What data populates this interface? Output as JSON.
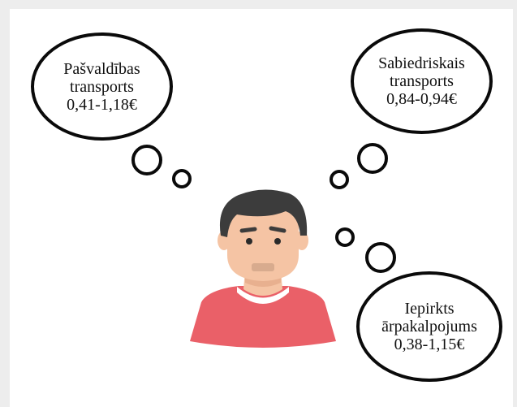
{
  "bubbles": [
    {
      "lines": [
        "Pašvaldības",
        "transports",
        "0,41-1,18€"
      ]
    },
    {
      "lines": [
        "Sabiedriskais",
        "transports",
        "0,84-0,94€"
      ]
    },
    {
      "lines": [
        "Iepirkts",
        "ārpakalpojums",
        "0,38-1,15€"
      ]
    }
  ],
  "colors": {
    "shirt": "#ea6068",
    "hair": "#3c3c3c",
    "skin": "#f5c4a4",
    "outline": "#0a0a0a",
    "background": "#ededed"
  },
  "icons": {
    "person": "person-thinking-icon"
  }
}
